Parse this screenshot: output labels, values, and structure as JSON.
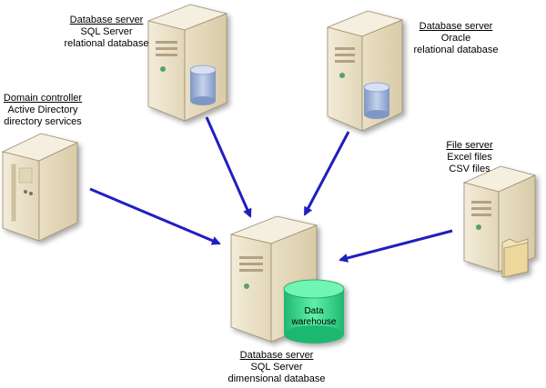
{
  "colors": {
    "arrow": "#1f1fbf",
    "server_light": "#efe6cf",
    "server_mid": "#d8c9a6",
    "server_dark": "#a8977a",
    "db_blue": "#9fb4d6",
    "warehouse_green": "#39d38a"
  },
  "nodes": {
    "sql_relational": {
      "title": "Database server",
      "line1": "SQL Server",
      "line2": "relational database",
      "icon": "database-server-icon"
    },
    "oracle": {
      "title": "Database server",
      "line1": "Oracle",
      "line2": "relational database",
      "icon": "database-server-icon"
    },
    "domain_controller": {
      "title": "Domain controller",
      "line1": "Active Directory",
      "line2": "directory services",
      "icon": "server-icon"
    },
    "file_server": {
      "title": "File server",
      "line1": "Excel files",
      "line2": "CSV files",
      "icon": "file-server-icon"
    },
    "warehouse_server": {
      "title": "Database server",
      "line1": "SQL Server",
      "line2": "dimensional database",
      "icon": "database-server-icon",
      "cylinder_line1": "Data",
      "cylinder_line2": "warehouse"
    }
  },
  "edges": [
    {
      "from": "sql_relational",
      "to": "warehouse_server"
    },
    {
      "from": "oracle",
      "to": "warehouse_server"
    },
    {
      "from": "domain_controller",
      "to": "warehouse_server"
    },
    {
      "from": "file_server",
      "to": "warehouse_server"
    }
  ]
}
